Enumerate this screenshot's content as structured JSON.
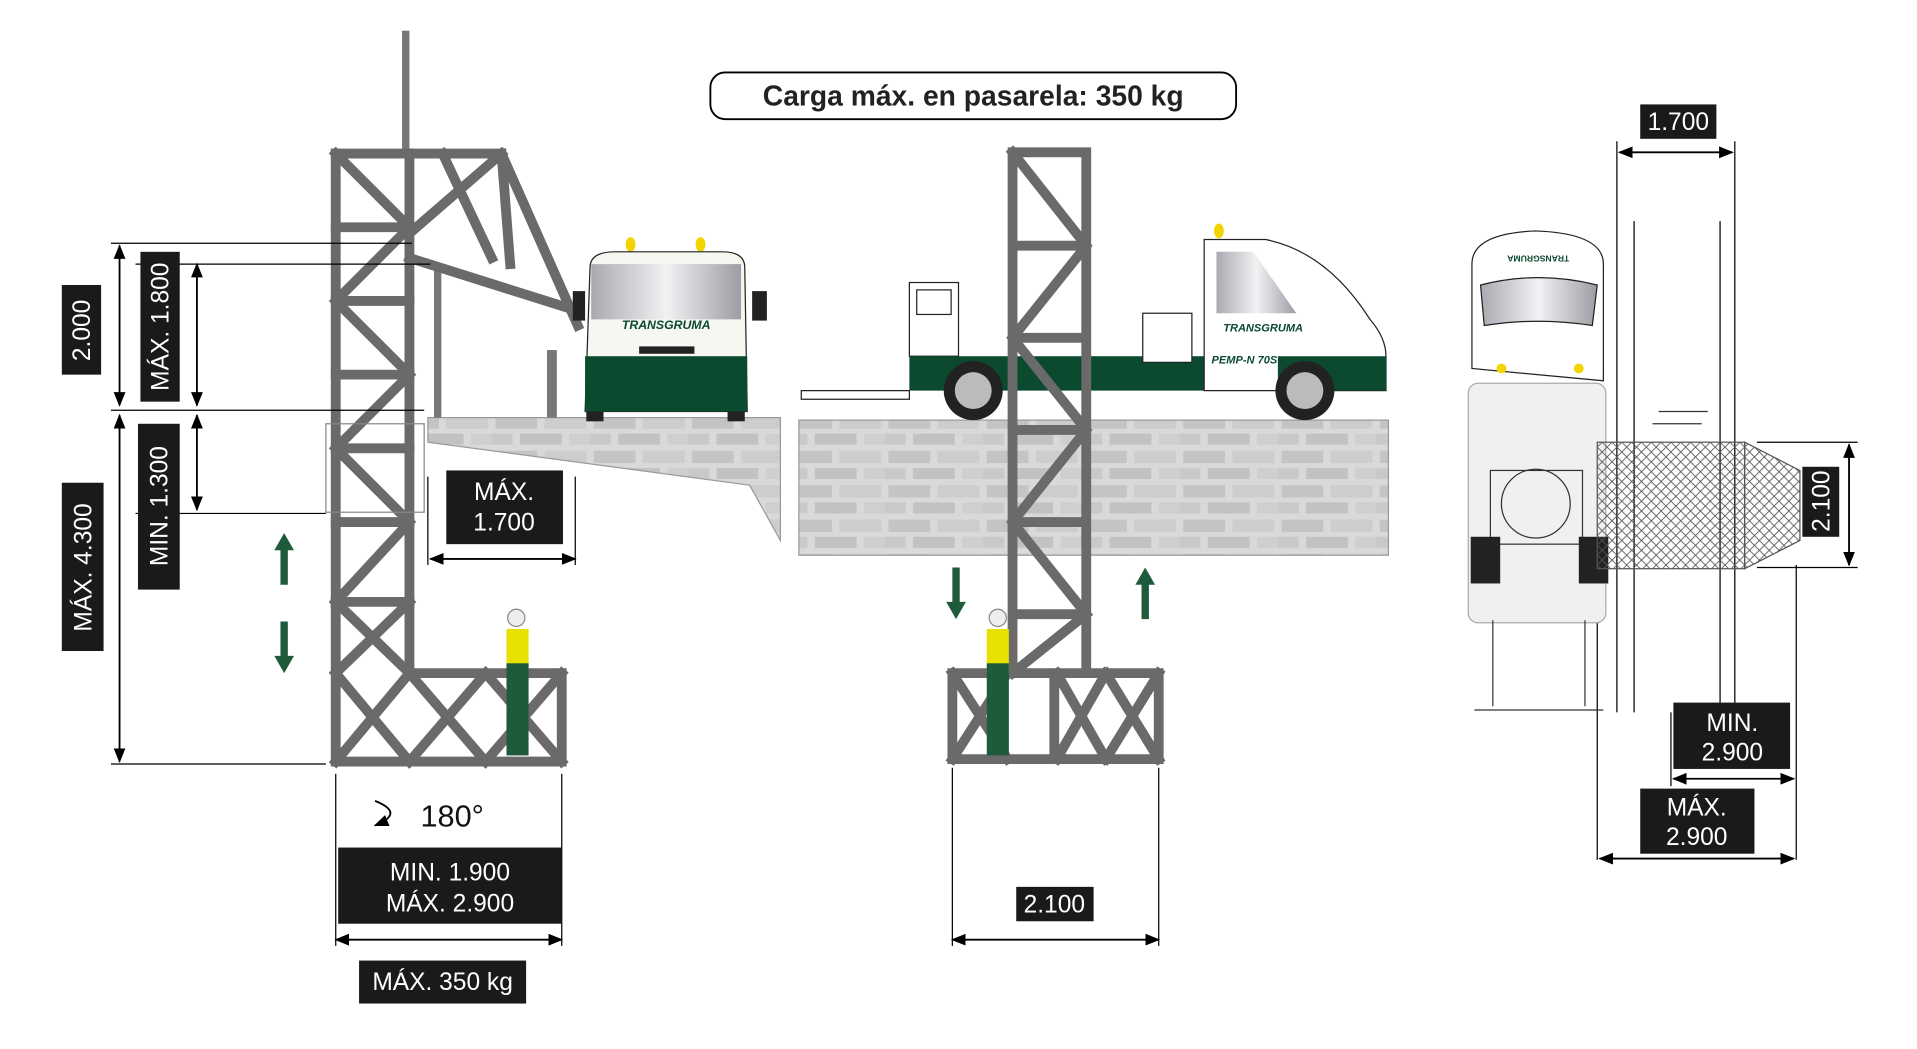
{
  "title": "Carga máx. en pasarela: 350 kg",
  "left_view": {
    "dim_2000": "2.000",
    "dim_max_1800": "MÁX. 1.800",
    "dim_min_1300": "MIN. 1.300",
    "dim_max_4300": "MÁX. 4.300",
    "dim_max_1700_line1": "MÁX.",
    "dim_max_1700_line2": "1.700",
    "rotation": "180°",
    "width_min": "MIN. 1.900",
    "width_max": "MÁX. 2.900",
    "max_load": "MÁX. 350 kg"
  },
  "truck": {
    "brand": "TRANSGRUMA",
    "model": "PEMP-N 70S"
  },
  "middle_view": {
    "dim_2100": "2.100"
  },
  "top_view": {
    "dim_1700": "1.700",
    "dim_2100": "2.100",
    "min_2900_line1": "MIN.",
    "min_2900_line2": "2.900",
    "max_2900_line1": "MÁX.",
    "max_2900_line2": "2.900"
  },
  "colors": {
    "truss": "#6a6a6a",
    "brand_green": "#0b4a2e",
    "arrow_green": "#1f5a3a",
    "label_bg": "#1a1a1a"
  }
}
